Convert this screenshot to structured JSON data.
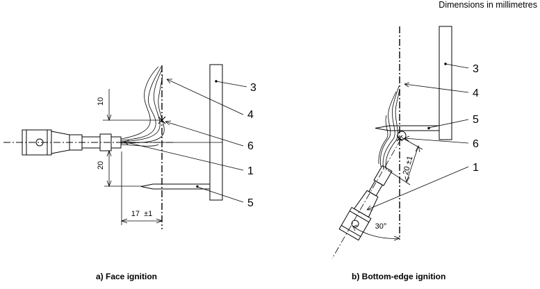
{
  "units_note": "Dimensions in millimetres",
  "captions": {
    "a": "a) Face ignition",
    "b": "b) Bottom-edge ignition"
  },
  "figure_a": {
    "labels": {
      "l3": "3",
      "l4": "4",
      "l6": "6",
      "l1": "1",
      "l5": "5"
    },
    "dims": {
      "d10": "10",
      "d20": "20",
      "d17": "17  ±1"
    }
  },
  "figure_b": {
    "labels": {
      "l3": "3",
      "l4": "4",
      "l5": "5",
      "l6": "6",
      "l1": "1"
    },
    "dims": {
      "d20": "20 ±1",
      "angle": "30°"
    }
  }
}
